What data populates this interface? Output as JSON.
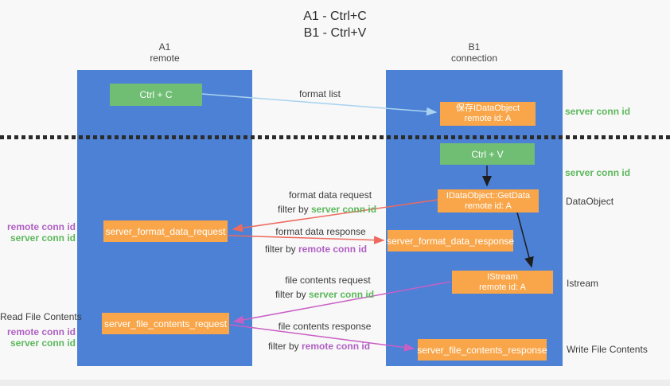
{
  "title": {
    "line1": "A1 - Ctrl+C",
    "line2": "B1 - Ctrl+V"
  },
  "columns": {
    "a1": {
      "name": "A1",
      "subtitle": "remote"
    },
    "b1": {
      "name": "B1",
      "subtitle": "connection"
    }
  },
  "nodes": {
    "ctrl_c": {
      "label": "Ctrl + C"
    },
    "ctrl_v": {
      "label": "Ctrl + V"
    },
    "save_idataobject": {
      "line1": "保存IDataObject",
      "line2": "remote id: A"
    },
    "getdata": {
      "line1": "IDataObject::GetData",
      "line2": "remote id: A"
    },
    "istream": {
      "line1": "IStream",
      "line2": "remote id: A"
    },
    "server_format_data_request": {
      "label": "server_format_data_request"
    },
    "server_format_data_response": {
      "label": "server_format_data_response"
    },
    "server_file_contents_request": {
      "label": "server_file_contents_request"
    },
    "server_file_contents_response": {
      "label": "server_file_contents_response"
    }
  },
  "arrow_labels": {
    "format_list": "format list",
    "format_data_request": "format data request",
    "format_data_response": "format data response",
    "file_contents_request": "file contents request",
    "file_contents_response": "file contents response",
    "filter_by": "filter by",
    "server_conn_id": "server conn id",
    "remote_conn_id": "remote conn id"
  },
  "side_labels": {
    "server_conn_id": "server conn id",
    "remote_conn_id": "remote conn id",
    "dataobject": "DataObject",
    "istream": "Istream",
    "read_file_contents": "Read File Contents",
    "write_file_contents": "Write File Contents"
  },
  "colors": {
    "column_blue": "#4c81d5",
    "node_green": "#6fbe73",
    "node_orange": "#f9a64a",
    "arrow_light_blue": "#a9d3f0",
    "arrow_red": "#ee6a5f",
    "arrow_magenta": "#c95fc5",
    "arrow_black": "#1e1e1e",
    "text_green": "#5cb85c",
    "text_purple": "#b05fc4"
  }
}
